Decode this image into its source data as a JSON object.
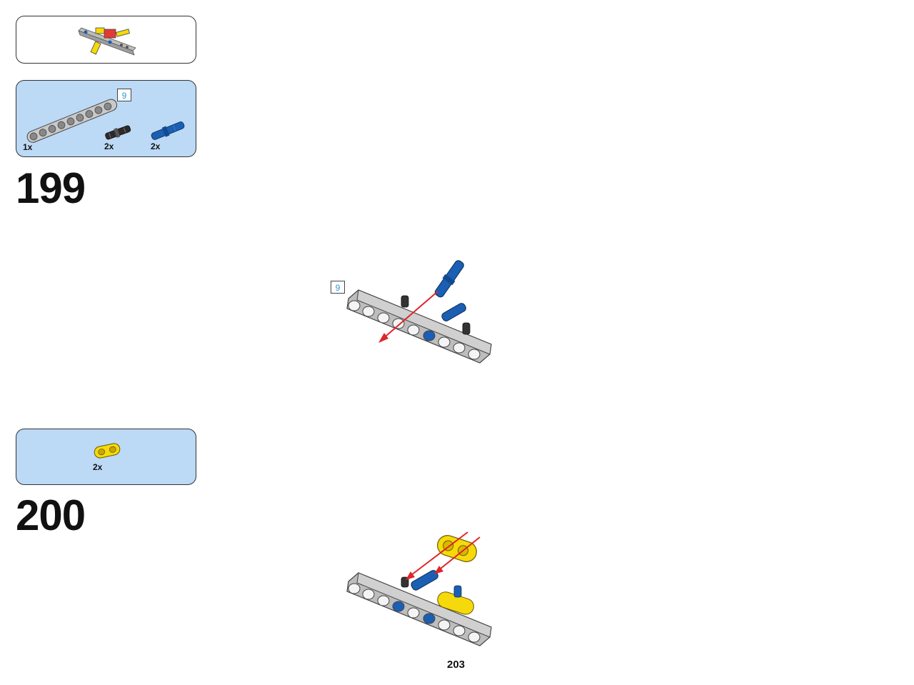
{
  "subassembly_callout": {
    "icon": "subassembly-preview"
  },
  "step_199": {
    "number": "199",
    "parts": [
      {
        "name": "beam-9",
        "qty": "1x",
        "length_badge": "9"
      },
      {
        "name": "black-pin",
        "qty": "2x"
      },
      {
        "name": "blue-axle-pin",
        "qty": "2x"
      }
    ],
    "diagram_length_badge": "9"
  },
  "step_200": {
    "number": "200",
    "parts": [
      {
        "name": "yellow-connector",
        "qty": "2x"
      }
    ]
  },
  "colors": {
    "parts_bg": "#bcd9f6",
    "beam_gray": "#bdbdbd",
    "blue": "#1a5fb4",
    "yellow": "#f5d90a",
    "arrow_red": "#e0242b"
  },
  "page": {
    "number": "203"
  }
}
